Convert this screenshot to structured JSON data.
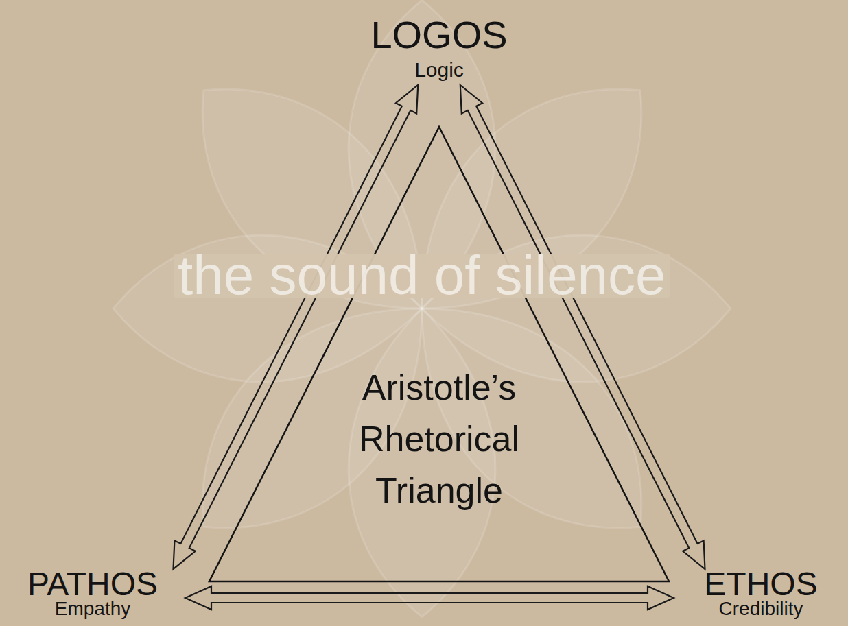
{
  "diagram": {
    "nodes": [
      {
        "text": [
          "LOGOS",
          "Logic"
        ]
      },
      {
        "text": [
          "Aristotle’s Rhetorical Triangle"
        ]
      },
      {
        "text": [
          "PATHOS",
          "Empathy"
        ]
      },
      {
        "text": [
          "ETHOS",
          "Credibility"
        ]
      }
    ],
    "edges": [
      {
        "from": 0,
        "to": 2,
        "arrow": "both"
      },
      {
        "from": 0,
        "to": 3,
        "arrow": "both"
      },
      {
        "from": 2,
        "to": 3,
        "arrow": "both"
      }
    ],
    "labels": [
      "the sound of silence"
    ]
  }
}
